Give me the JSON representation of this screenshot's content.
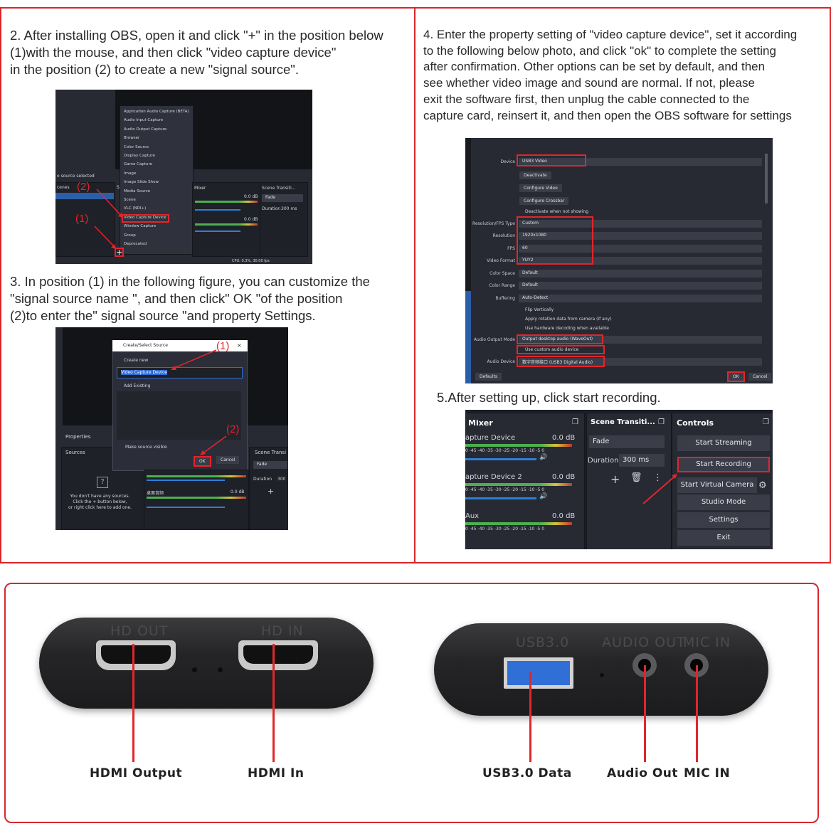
{
  "steps": {
    "step2": "2. After installing OBS, open it and click \"+\" in the position below\n   (1)with the mouse, and then click \"video capture device\"\n   in the position (2) to create a new \"signal source\".",
    "step3": "3. In position (1) in the following figure, you can customize the\n   \"signal source name \", and then click\" OK \"of the position\n   (2)to enter the\" signal source \"and property Settings.",
    "step4": "4. Enter the property setting of \"video capture device\", set it according\n    to the following below photo, and click \"ok\" to complete the setting\n    after confirmation. Other options can be set by default, and then\n    see whether video image and sound are normal. If not, please\n    exit the software first, then unplug the cable connected to the\n    capture card, reinsert it, and then open the OBS software for settings",
    "step5": "5.After setting up, click start recording."
  },
  "shot1": {
    "menu_items": [
      "Application Audio Capture (BETA)",
      "Audio Input Capture",
      "Audio Output Capture",
      "Browser",
      "Color Source",
      "Display Capture",
      "Game Capture",
      "Image",
      "Image Slide Show",
      "Media Source",
      "Scene",
      "VLC (NDI+)",
      "Video Capture Device",
      "Window Capture",
      "Group",
      "Deprecated"
    ],
    "no_source": "o source selected",
    "scenes": "cenes",
    "sources": "Sc",
    "mixer": "Mixer",
    "scene_transitions": "Scene Transiti...",
    "fade": "Fade",
    "duration_label": "Duration",
    "duration_val": "300 ms",
    "db1": "0.0 dB",
    "db2": "0.0 dB",
    "status": "CPU: 0.3%, 30.00 fps",
    "label1": "(1)",
    "label2": "(2)",
    "plus": "+"
  },
  "shot2": {
    "dialog_title": "Create/Select Source",
    "create_new": "Create new",
    "name_value": "Video Capture Device",
    "add_existing": "Add Existing",
    "make_visible": "Make source visible",
    "ok": "OK",
    "cancel": "Cancel",
    "properties": "Properties",
    "sources": "Sources",
    "scene_trans": "Scene Transi",
    "fade": "Fade",
    "duration": "Duration",
    "duration_val": "300",
    "no_sources": "You don't have any sources.\nClick the + button below,\nor right click here to add one.",
    "db": "0.0 dB",
    "aux_name": "桌面音频",
    "label1": "(1)",
    "label2": "(2)"
  },
  "shot3": {
    "rows": [
      {
        "label": "Device",
        "value": "USB3 Video"
      },
      {
        "label": "Resolution/FPS Type",
        "value": "Custom"
      },
      {
        "label": "Resolution",
        "value": "1920x1080"
      },
      {
        "label": "FPS",
        "value": "60"
      },
      {
        "label": "Video Format",
        "value": "YUY2"
      },
      {
        "label": "Color Space",
        "value": "Default"
      },
      {
        "label": "Color Range",
        "value": "Default"
      },
      {
        "label": "Buffering",
        "value": "Auto-Detect"
      },
      {
        "label": "Audio Output Mode",
        "value": "Output desktop audio (WaveOut)"
      },
      {
        "label": "Audio Device",
        "value": "数字音频接口 (USB3 Digital Audio)"
      }
    ],
    "buttons": [
      "Deactivate",
      "Configure Video",
      "Configure Crossbar"
    ],
    "checks": [
      "Deactivate when not showing",
      "Flip Vertically",
      "Apply rotation data from camera (if any)",
      "Use hardware decoding when available",
      "Use custom audio device"
    ],
    "defaults": "Defaults",
    "ok": "OK",
    "cancel": "Cancel"
  },
  "shot4": {
    "mixer": "Mixer",
    "scene_trans": "Scene Transiti...",
    "controls": "Controls",
    "tracks": [
      {
        "name": "apture Device",
        "db": "0.0 dB"
      },
      {
        "name": "apture Device 2",
        "db": "0.0 dB"
      },
      {
        "name": "Aux",
        "db": "0.0 dB"
      }
    ],
    "scale": "0 -45 -40 -35 -30 -25 -20 -15 -10 -5 0",
    "fade": "Fade",
    "duration": "Duration",
    "duration_val": "300 ms",
    "controls_buttons": [
      "Start Streaming",
      "Start Recording",
      "Start Virtual Camera",
      "Studio Mode",
      "Settings",
      "Exit"
    ]
  },
  "device_left": {
    "port1": "HD OUT",
    "port2": "HD IN",
    "callout1": "HDMI Output",
    "callout2": "HDMI In"
  },
  "device_right": {
    "port1": "USB3.0",
    "port2": "AUDIO OUT",
    "port3": "MIC IN",
    "callout1": "USB3.0 Data",
    "callout2": "Audio Out",
    "callout3": "MIC IN"
  },
  "colors": {
    "accent": "#d9262c",
    "obs_bg": "#272a33",
    "usb_blue": "#2f6fd6"
  }
}
